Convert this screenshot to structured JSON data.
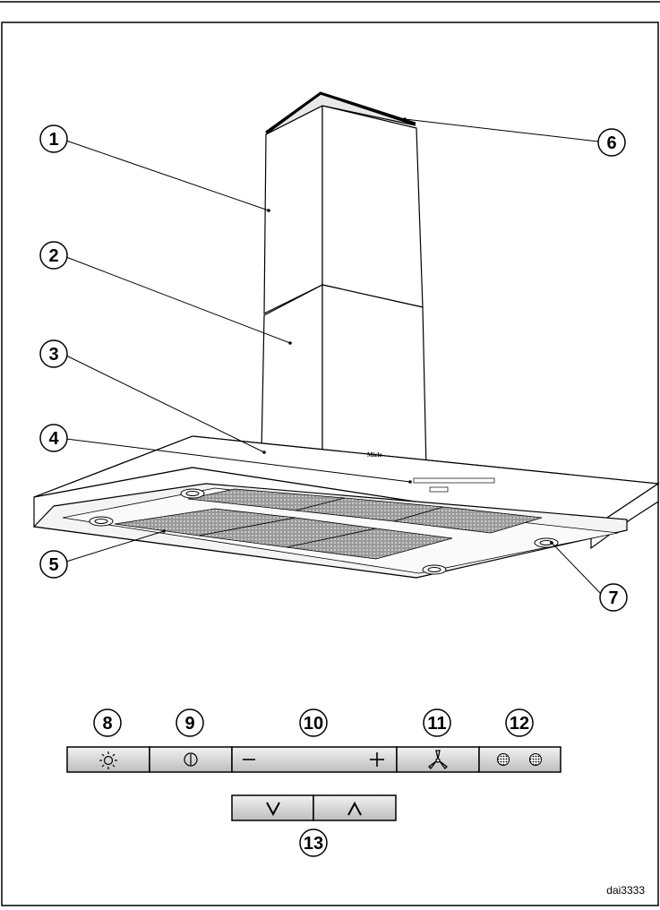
{
  "callouts": {
    "c1": "1",
    "c2": "2",
    "c3": "3",
    "c4": "4",
    "c5": "5",
    "c6": "6",
    "c7": "7",
    "c8": "8",
    "c9": "9",
    "c10": "10",
    "c11": "11",
    "c12": "12",
    "c13": "13"
  },
  "brand": "Miele",
  "drawing_code": "dai3333",
  "icons": {
    "light": "light-icon",
    "power": "power-icon",
    "minus": "minus-icon",
    "plus": "plus-icon",
    "fan": "fan-icon",
    "filter": "filter-icon",
    "down": "chevron-down-icon",
    "up": "chevron-up-icon"
  }
}
